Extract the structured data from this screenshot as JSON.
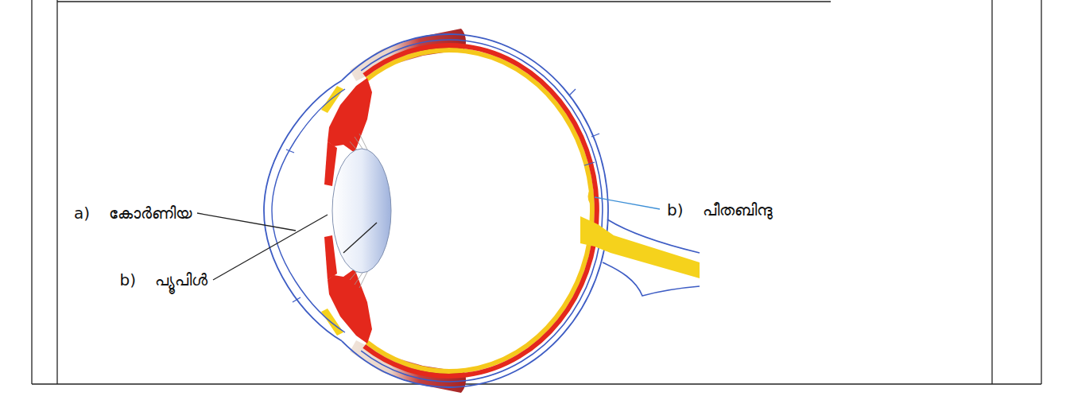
{
  "diagram": {
    "labels": [
      "a)",
      "കോർണിയ",
      "b)",
      "പ്യൂപിൾ",
      "b)",
      "പീതബിന്ദു"
    ]
  }
}
